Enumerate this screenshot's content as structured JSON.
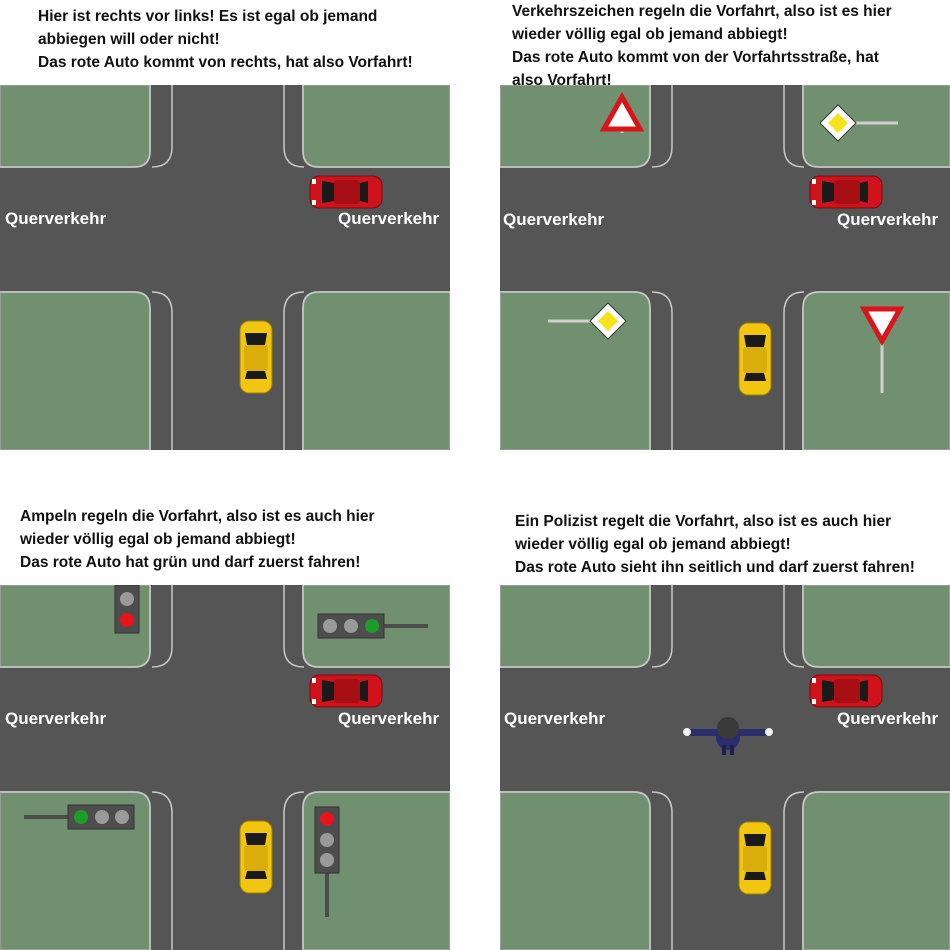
{
  "panels": [
    {
      "caption": [
        "Hier ist rechts vor links! Es ist egal ob jemand",
        "abbiegen will oder nicht!",
        "Das rote Auto kommt von rechts, hat also Vorfahrt!"
      ],
      "label_left": "Querverkehr",
      "label_right": "Querverkehr",
      "controls": "none"
    },
    {
      "caption": [
        "Verkehrszeichen regeln die Vorfahrt, also ist es hier",
        "wieder völlig egal ob jemand abbiegt!",
        "Das  rote  Auto kommt von der Vorfahrtsstraße, hat",
        "also Vorfahrt!"
      ],
      "label_left": "Querverkehr",
      "label_right": "Querverkehr",
      "controls": "signs"
    },
    {
      "caption": [
        "Ampeln regeln die Vorfahrt, also ist es auch hier",
        "wieder völlig egal ob jemand abbiegt!",
        "Das rote Auto hat grün und darf zuerst fahren!"
      ],
      "label_left": "Querverkehr",
      "label_right": "Querverkehr",
      "controls": "traffic-lights"
    },
    {
      "caption": [
        "Ein Polizist regelt die Vorfahrt, also ist es auch hier",
        "wieder völlig egal ob jemand abbiegt!",
        "Das rote Auto sieht ihn seitlich und darf zuerst fahren!"
      ],
      "label_left": "Querverkehr",
      "label_right": "Querverkehr",
      "controls": "police"
    }
  ],
  "colors": {
    "grass": "#71906f",
    "road": "#555555",
    "sidewalk": "#666565",
    "red_car": "#d0131b",
    "yellow_car": "#f2c60e",
    "sign_yellow": "#f7e31a",
    "light_green": "#1f9d2b",
    "light_red": "#e8131b"
  }
}
